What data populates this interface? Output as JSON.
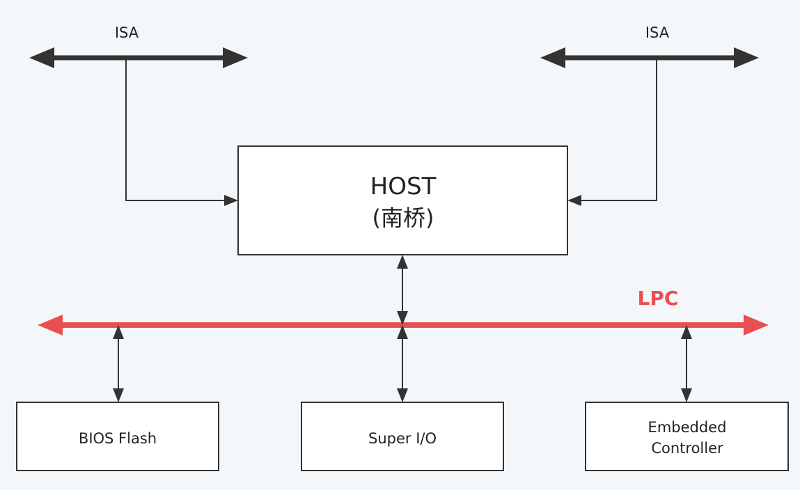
{
  "colors": {
    "background": "#f4f7fa",
    "box_fill": "#ffffff",
    "line": "#333333",
    "bus_lpc": "#e85050"
  },
  "isa": {
    "left_label": "ISA",
    "right_label": "ISA"
  },
  "host": {
    "title": "HOST",
    "subtitle": "(南桥)"
  },
  "lpc": {
    "label": "LPC"
  },
  "devices": {
    "bios": "BIOS Flash",
    "superio": "Super I/O",
    "ec_line1": "Embedded",
    "ec_line2": "Controller"
  }
}
